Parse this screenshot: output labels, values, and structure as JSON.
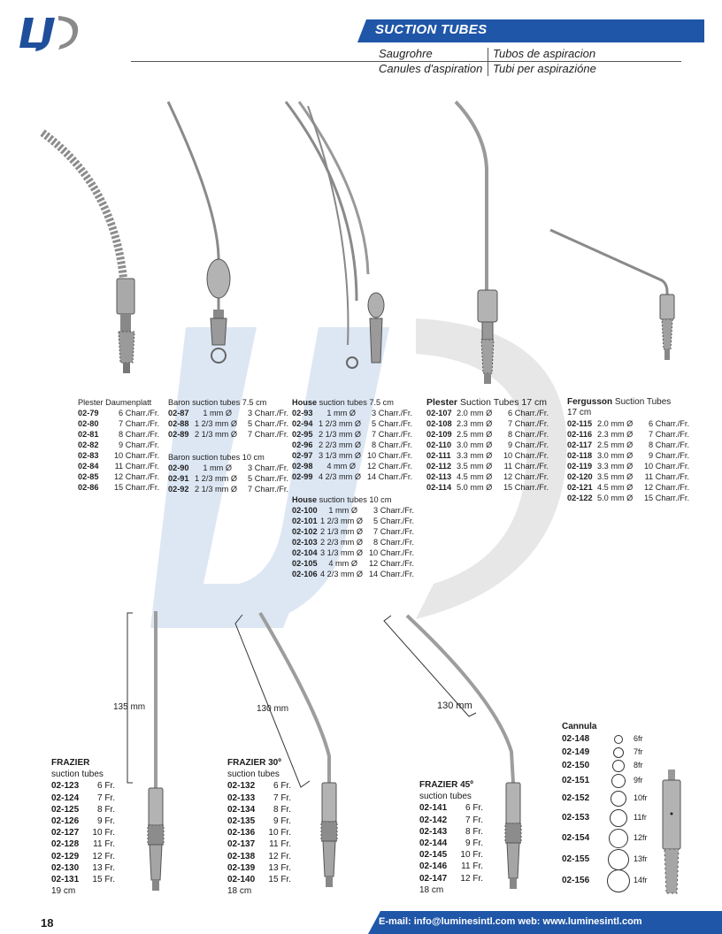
{
  "header": {
    "title": "SUCTION TUBES",
    "sub_de": "Saugrohre",
    "sub_es": "Tubos de aspiracion",
    "sub_fr": "Canules d'aspiration",
    "sub_it": "Tubi per aspirazióne",
    "logo_text": "LJ"
  },
  "colors": {
    "brand_blue": "#1f4f9b",
    "banner": "#1f56a8",
    "watermark": "#dce6f3"
  },
  "plester_daumenplatt": {
    "heading": "Plester Daumenplatt",
    "rows": [
      {
        "code": "02-79",
        "spec": "6 Charr./Fr."
      },
      {
        "code": "02-80",
        "spec": "7 Charr./Fr."
      },
      {
        "code": "02-81",
        "spec": "8 Charr./Fr."
      },
      {
        "code": "02-82",
        "spec": "9 Charr./Fr."
      },
      {
        "code": "02-83",
        "spec": "10 Charr./Fr."
      },
      {
        "code": "02-84",
        "spec": "11 Charr./Fr."
      },
      {
        "code": "02-85",
        "spec": "12 Charr./Fr."
      },
      {
        "code": "02-86",
        "spec": "15 Charr./Fr."
      }
    ]
  },
  "baron_75": {
    "heading": "Baron suction tubes 7.5 cm",
    "rows": [
      {
        "code": "02-87",
        "size": "1 mm Ø",
        "spec": "3 Charr./Fr."
      },
      {
        "code": "02-88",
        "size": "1 2/3 mm Ø",
        "spec": "5 Charr./Fr."
      },
      {
        "code": "02-89",
        "size": "2 1/3 mm Ø",
        "spec": "7 Charr./Fr."
      }
    ]
  },
  "baron_10": {
    "heading": "Baron suction tubes 10 cm",
    "rows": [
      {
        "code": "02-90",
        "size": "1 mm Ø",
        "spec": "3 Charr./Fr."
      },
      {
        "code": "02-91",
        "size": "1 2/3 mm Ø",
        "spec": "5 Charr./Fr."
      },
      {
        "code": "02-92",
        "size": "2 1/3 mm Ø",
        "spec": "7 Charr./Fr."
      }
    ]
  },
  "house_75": {
    "heading_bold": "House",
    "heading_rest": " suction tubes 7.5 cm",
    "rows": [
      {
        "code": "02-93",
        "size": "1 mm Ø",
        "spec": "3 Charr./Fr."
      },
      {
        "code": "02-94",
        "size": "1 2/3 mm Ø",
        "spec": "5 Charr./Fr."
      },
      {
        "code": "02-95",
        "size": "2 1/3 mm Ø",
        "spec": "7 Charr./Fr."
      },
      {
        "code": "02-96",
        "size": "2 2/3 mm Ø",
        "spec": "8 Charr./Fr."
      },
      {
        "code": "02-97",
        "size": "3 1/3 mm Ø",
        "spec": "10 Charr./Fr."
      },
      {
        "code": "02-98",
        "size": "4 mm Ø",
        "spec": "12 Charr./Fr."
      },
      {
        "code": "02-99",
        "size": "4 2/3 mm Ø",
        "spec": "14 Charr./Fr."
      }
    ]
  },
  "house_10": {
    "heading_bold": "House",
    "heading_rest": " suction tubes 10 cm",
    "rows": [
      {
        "code": "02-100",
        "size": "1 mm Ø",
        "spec": "3 Charr./Fr."
      },
      {
        "code": "02-101",
        "size": "1 2/3 mm Ø",
        "spec": "5 Charr./Fr."
      },
      {
        "code": "02-102",
        "size": "2 1/3 mm Ø",
        "spec": "7 Charr./Fr."
      },
      {
        "code": "02-103",
        "size": "2 2/3 mm Ø",
        "spec": "8 Charr./Fr."
      },
      {
        "code": "02-104",
        "size": "3 1/3 mm Ø",
        "spec": "10 Charr./Fr."
      },
      {
        "code": "02-105",
        "size": "4 mm Ø",
        "spec": "12 Charr./Fr."
      },
      {
        "code": "02-106",
        "size": "4 2/3 mm Ø",
        "spec": "14 Charr./Fr."
      }
    ]
  },
  "plester_17": {
    "heading_bold": "Plester",
    "heading_rest": " Suction Tubes 17 cm",
    "rows": [
      {
        "code": "02-107",
        "size": "2.0 mm Ø",
        "spec": "6 Charr./Fr."
      },
      {
        "code": "02-108",
        "size": "2.3 mm Ø",
        "spec": "7 Charr./Fr."
      },
      {
        "code": "02-109",
        "size": "2.5 mm Ø",
        "spec": "8 Charr./Fr."
      },
      {
        "code": "02-110",
        "size": "3.0 mm Ø",
        "spec": "9 Charr./Fr."
      },
      {
        "code": "02-111",
        "size": "3.3 mm Ø",
        "spec": "10 Charr./Fr."
      },
      {
        "code": "02-112",
        "size": "3.5 mm Ø",
        "spec": "11 Charr./Fr."
      },
      {
        "code": "02-113",
        "size": "4.5 mm Ø",
        "spec": "12 Charr./Fr."
      },
      {
        "code": "02-114",
        "size": "5.0 mm Ø",
        "spec": "15 Charr./Fr."
      }
    ]
  },
  "fergusson": {
    "heading_bold": "Fergusson",
    "heading_rest": " Suction Tubes",
    "length": "17 cm",
    "rows": [
      {
        "code": "02-115",
        "size": "2.0 mm Ø",
        "spec": "6 Charr./Fr."
      },
      {
        "code": "02-116",
        "size": "2.3 mm Ø",
        "spec": "7 Charr./Fr."
      },
      {
        "code": "02-117",
        "size": "2.5 mm Ø",
        "spec": "8 Charr./Fr."
      },
      {
        "code": "02-118",
        "size": "3.0 mm Ø",
        "spec": "9 Charr./Fr."
      },
      {
        "code": "02-119",
        "size": "3.3 mm Ø",
        "spec": "10 Charr./Fr."
      },
      {
        "code": "02-120",
        "size": "3.5 mm Ø",
        "spec": "11 Charr./Fr."
      },
      {
        "code": "02-121",
        "size": "4.5 mm Ø",
        "spec": "12 Charr./Fr."
      },
      {
        "code": "02-122",
        "size": "5.0 mm Ø",
        "spec": "15 Charr./Fr."
      }
    ]
  },
  "frazier": {
    "heading": "FRAZIER",
    "sub": "suction tubes",
    "dimension": "135 mm",
    "length": "19 cm",
    "rows": [
      {
        "code": "02-123",
        "spec": "6 Fr."
      },
      {
        "code": "02-124",
        "spec": "7 Fr."
      },
      {
        "code": "02-125",
        "spec": "8 Fr."
      },
      {
        "code": "02-126",
        "spec": "9 Fr."
      },
      {
        "code": "02-127",
        "spec": "10 Fr."
      },
      {
        "code": "02-128",
        "spec": "11 Fr."
      },
      {
        "code": "02-129",
        "spec": "12 Fr."
      },
      {
        "code": "02-130",
        "spec": "13 Fr."
      },
      {
        "code": "02-131",
        "spec": "15 Fr."
      }
    ]
  },
  "frazier30": {
    "heading": "FRAZIER 30º",
    "sub": "suction tubes",
    "dimension": "130 mm",
    "length": "18 cm",
    "rows": [
      {
        "code": "02-132",
        "spec": "6 Fr."
      },
      {
        "code": "02-133",
        "spec": "7 Fr."
      },
      {
        "code": "02-134",
        "spec": "8 Fr."
      },
      {
        "code": "02-135",
        "spec": "9 Fr."
      },
      {
        "code": "02-136",
        "spec": "10 Fr."
      },
      {
        "code": "02-137",
        "spec": "11 Fr."
      },
      {
        "code": "02-138",
        "spec": "12 Fr."
      },
      {
        "code": "02-139",
        "spec": "13 Fr."
      },
      {
        "code": "02-140",
        "spec": "15 Fr."
      }
    ]
  },
  "frazier45": {
    "heading": "FRAZIER 45º",
    "sub": "suction tubes",
    "dimension": "130 mm",
    "length": "18 cm",
    "rows": [
      {
        "code": "02-141",
        "spec": "6 Fr."
      },
      {
        "code": "02-142",
        "spec": "7 Fr."
      },
      {
        "code": "02-143",
        "spec": "8 Fr."
      },
      {
        "code": "02-144",
        "spec": "9 Fr."
      },
      {
        "code": "02-145",
        "spec": "10 Fr."
      },
      {
        "code": "02-146",
        "spec": "11 Fr."
      },
      {
        "code": "02-147",
        "spec": "12 Fr."
      }
    ]
  },
  "cannula": {
    "heading": "Cannula",
    "rows": [
      {
        "code": "02-148",
        "size": "6fr"
      },
      {
        "code": "02-149",
        "size": "7fr"
      },
      {
        "code": "02-150",
        "size": "8fr"
      },
      {
        "code": "02-151",
        "size": "9fr"
      },
      {
        "code": "02-152",
        "size": "10fr"
      },
      {
        "code": "02-153",
        "size": "11fr"
      },
      {
        "code": "02-154",
        "size": "12fr"
      },
      {
        "code": "02-155",
        "size": "13fr"
      },
      {
        "code": "02-156",
        "size": "14fr"
      }
    ]
  },
  "footer": {
    "page": "18",
    "contact": "E-mail: info@luminesintl.com  web: www.luminesintl.com"
  }
}
